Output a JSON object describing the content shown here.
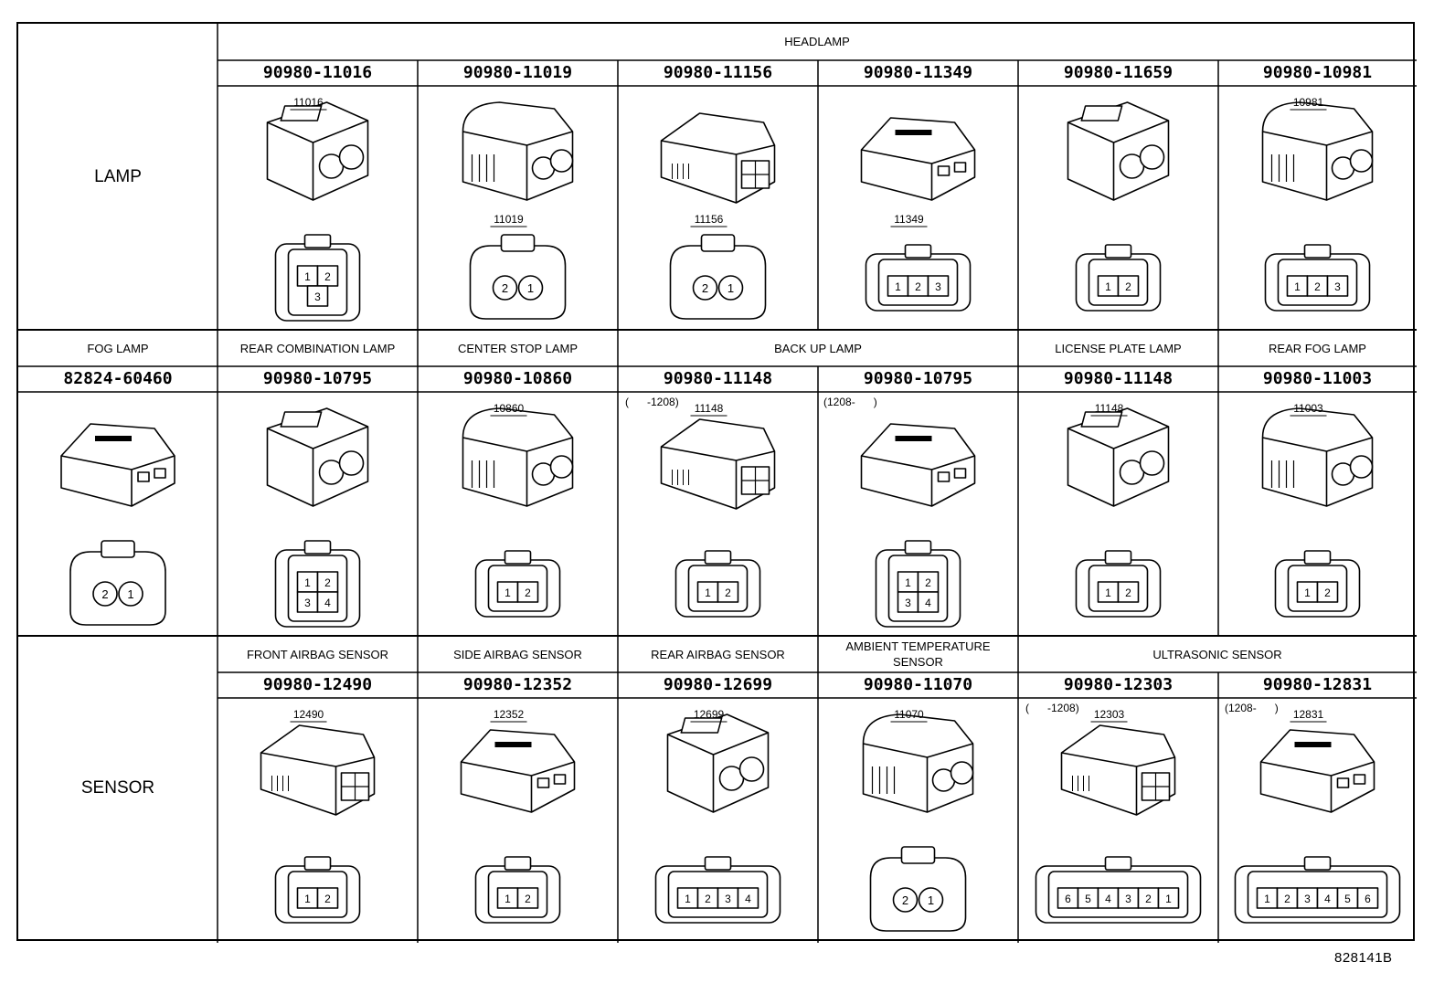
{
  "sections": {
    "lamp": "LAMP",
    "sensor": "SENSOR"
  },
  "row1": {
    "group_title": "HEADLAMP",
    "parts": [
      {
        "pn": "90980-11016",
        "code": "11016",
        "pins": [
          "1",
          "2",
          "3"
        ]
      },
      {
        "pn": "90980-11019",
        "code": "11019",
        "pins": [
          "2",
          "1"
        ]
      },
      {
        "pn": "90980-11156",
        "code": "11156",
        "pins": [
          "2",
          "1"
        ]
      },
      {
        "pn": "90980-11349",
        "code": "11349",
        "pins": [
          "1",
          "2",
          "3"
        ]
      },
      {
        "pn": "90980-11659",
        "code": "",
        "pins": [
          "1",
          "2"
        ]
      },
      {
        "pn": "90980-10981",
        "code": "10981",
        "pins": [
          "1",
          "2",
          "3"
        ]
      }
    ]
  },
  "row2": {
    "categories": [
      {
        "label": "FOG LAMP"
      },
      {
        "label": "REAR COMBINATION LAMP"
      },
      {
        "label": "CENTER STOP LAMP"
      },
      {
        "label": "BACK UP LAMP"
      },
      {
        "label": "LICENSE PLATE LAMP"
      },
      {
        "label": "REAR FOG LAMP"
      }
    ],
    "parts": [
      {
        "pn": "82824-60460",
        "code": "",
        "note": "",
        "pins": [
          "2",
          "1"
        ]
      },
      {
        "pn": "90980-10795",
        "code": "",
        "note": "",
        "pins": [
          "1",
          "2",
          "3",
          "4"
        ]
      },
      {
        "pn": "90980-10860",
        "code": "10860",
        "note": "",
        "pins": [
          "1",
          "2"
        ]
      },
      {
        "pn": "90980-11148",
        "code": "11148",
        "note": "(      -1208)",
        "pins": [
          "1",
          "2"
        ]
      },
      {
        "pn": "90980-10795",
        "code": "",
        "note": "(1208-      )",
        "pins": [
          "1",
          "2",
          "3",
          "4"
        ]
      },
      {
        "pn": "90980-11148",
        "code": "11148",
        "note": "",
        "pins": [
          "1",
          "2"
        ]
      },
      {
        "pn": "90980-11003",
        "code": "11003",
        "note": "",
        "pins": [
          "1",
          "2"
        ]
      }
    ]
  },
  "row3": {
    "categories": [
      {
        "label": "FRONT AIRBAG SENSOR"
      },
      {
        "label": "SIDE AIRBAG SENSOR"
      },
      {
        "label": "REAR AIRBAG SENSOR"
      },
      {
        "label": "AMBIENT TEMPERATURE",
        "label2": "SENSOR"
      },
      {
        "label": "ULTRASONIC SENSOR"
      }
    ],
    "parts": [
      {
        "pn": "90980-12490",
        "code": "12490",
        "note": "",
        "pins": [
          "1",
          "2"
        ]
      },
      {
        "pn": "90980-12352",
        "code": "12352",
        "note": "",
        "pins": [
          "1",
          "2"
        ]
      },
      {
        "pn": "90980-12699",
        "code": "12699",
        "note": "",
        "pins": [
          "1",
          "2",
          "3",
          "4"
        ]
      },
      {
        "pn": "90980-11070",
        "code": "11070",
        "note": "",
        "pins": [
          "2",
          "1"
        ]
      },
      {
        "pn": "90980-12303",
        "code": "12303",
        "note": "(      -1208)",
        "pins": [
          "6",
          "5",
          "4",
          "3",
          "2",
          "1"
        ]
      },
      {
        "pn": "90980-12831",
        "code": "12831",
        "note": "(1208-      )",
        "pins": [
          "1",
          "2",
          "3",
          "4",
          "5",
          "6"
        ]
      }
    ]
  },
  "drawing_id": "828141B"
}
